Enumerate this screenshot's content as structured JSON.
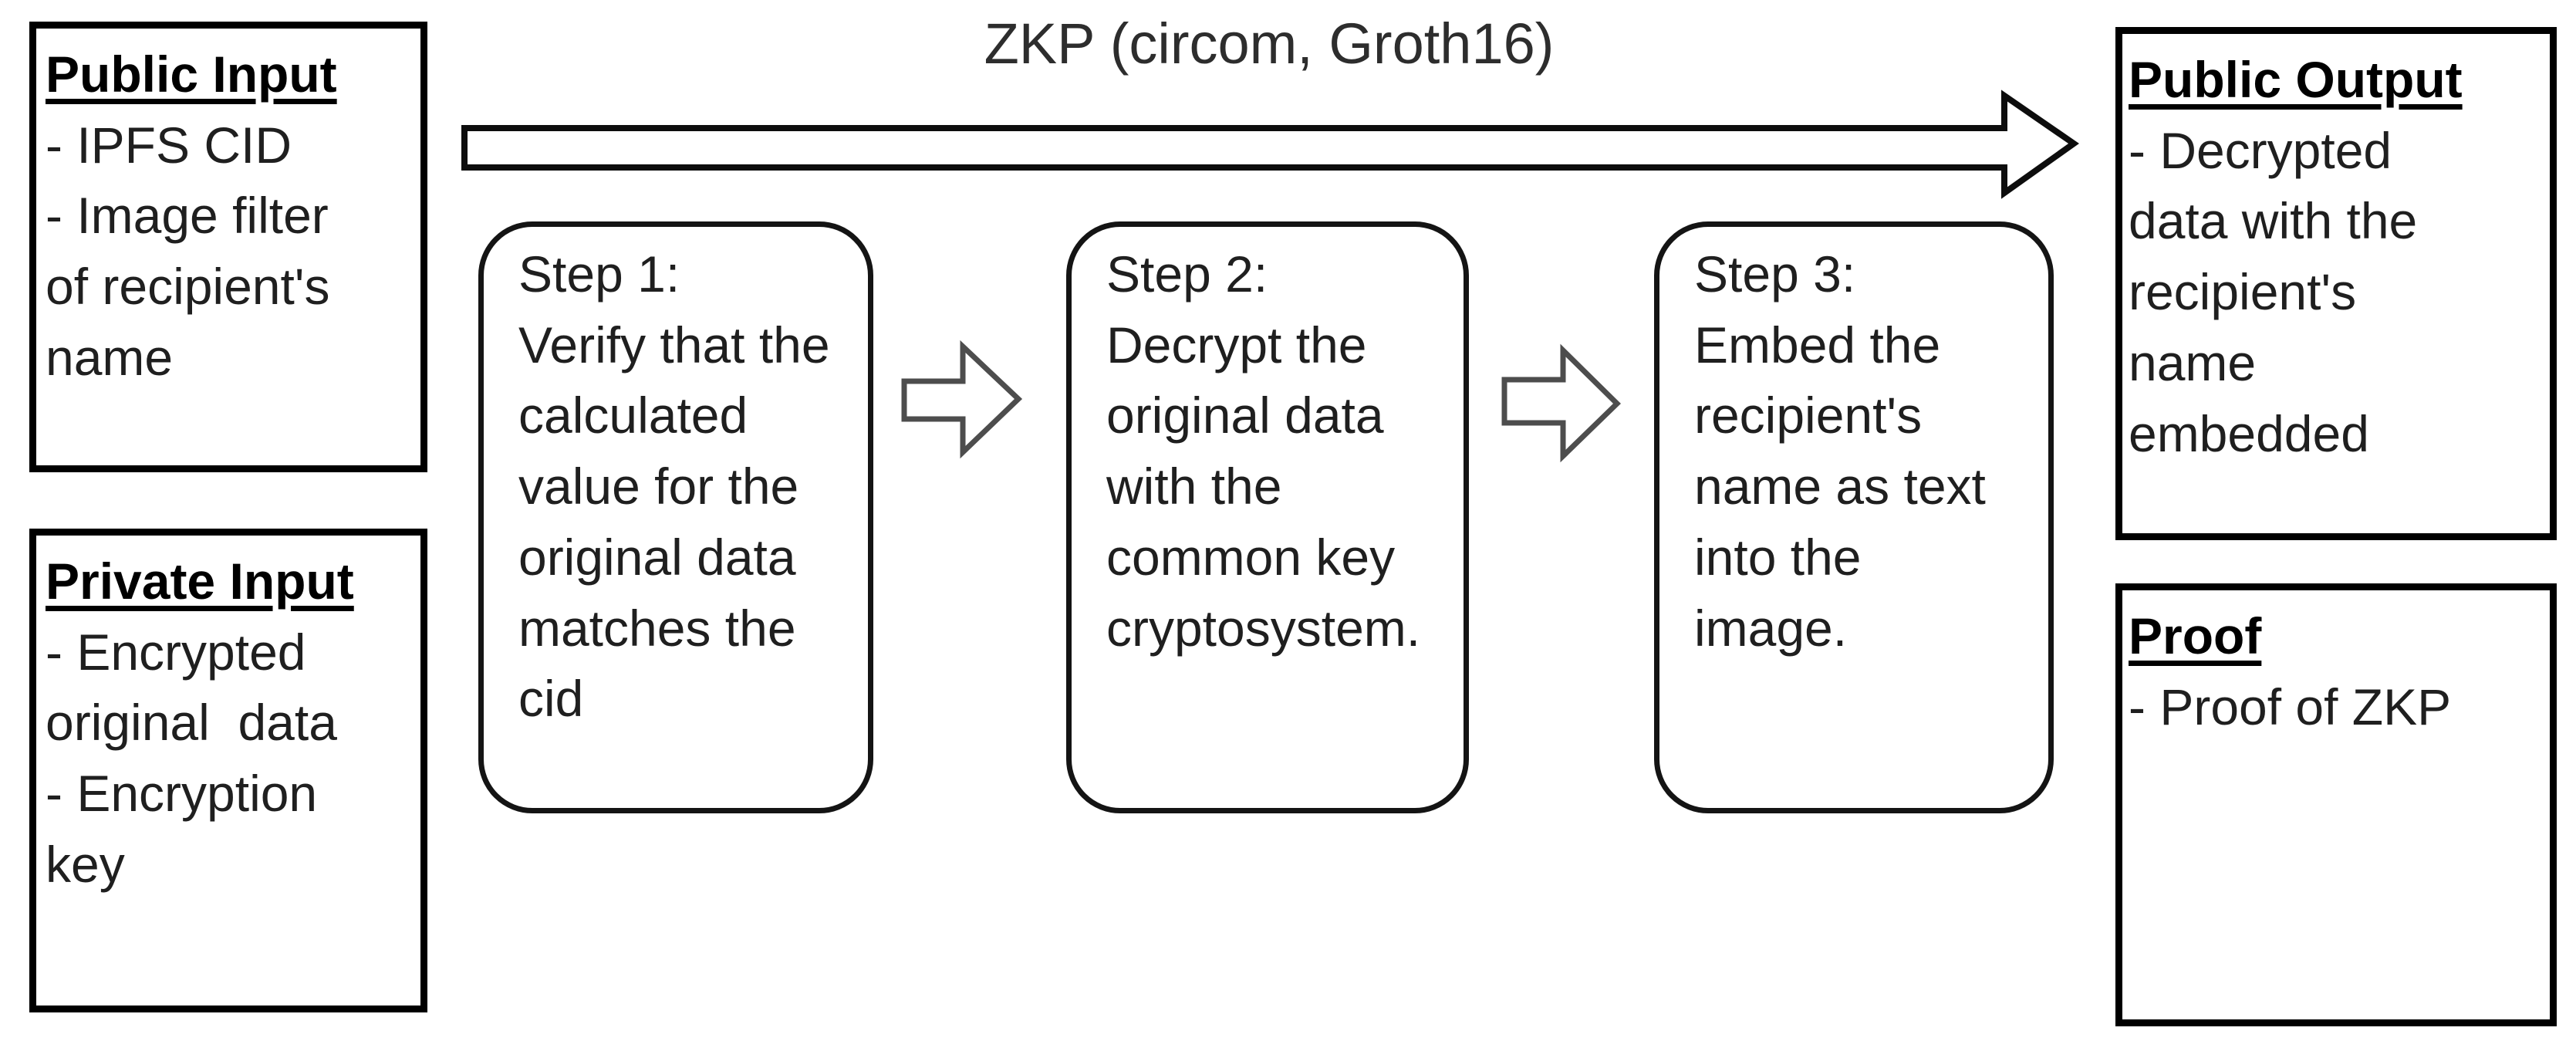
{
  "palette": {
    "background": "#ffffff",
    "box_border": "#000000",
    "rounded_box_border": "#141414",
    "text": "#1f1f1f",
    "big_arrow_stroke": "#0d0d0d",
    "small_arrow_stroke": "#4d4d4d"
  },
  "diagram": {
    "arrow_label": "ZKP (circom, Groth16)",
    "public_input": {
      "title": "Public Input",
      "items": [
        "- IPFS CID",
        "- Image filter\nof recipient's\nname"
      ]
    },
    "private_input": {
      "title": "Private Input",
      "items": [
        "- Encrypted\noriginal  data",
        "- Encryption\nkey"
      ]
    },
    "steps": [
      {
        "text": "Step 1:\nVerify that the\ncalculated\nvalue for the\noriginal data\nmatches the\ncid"
      },
      {
        "text": "Step 2:\nDecrypt the\noriginal data\nwith the\ncommon key\ncryptosystem."
      },
      {
        "text": "Step 3:\nEmbed the\nrecipient's\nname as text\ninto the\nimage."
      }
    ],
    "public_output": {
      "title": "Public Output",
      "items": [
        "- Decrypted\ndata with the\nrecipient's\nname\nembedded"
      ]
    },
    "proof": {
      "title": "Proof",
      "items": [
        "- Proof of ZKP"
      ]
    }
  }
}
